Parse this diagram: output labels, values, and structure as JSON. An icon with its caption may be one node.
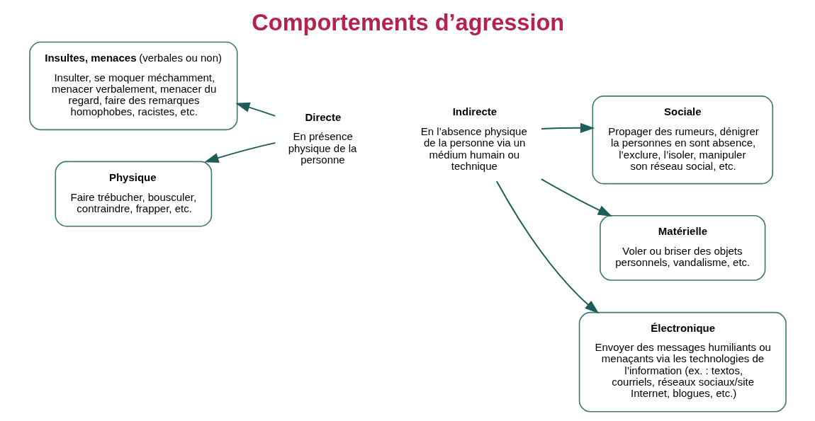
{
  "diagram": {
    "title": "Comportements d’agression",
    "nodes": [
      {
        "text": [
          "**Insultes, menaces** (verbales ou non)",
          "Insulter, se moquer méchamment, menacer verbalement, menacer du regard, faire des remarques homophobes, racistes, etc."
        ]
      },
      {
        "text": [
          "Physique",
          "Faire trébucher, bousculer, contraindre, frapper, etc."
        ]
      },
      {
        "text": [
          "Directe",
          "En présence physique de la personne"
        ]
      },
      {
        "text": [
          "Indirecte",
          "En l’absence physique de la personne via un médium humain ou technique"
        ]
      },
      {
        "text": [
          "Sociale",
          "Propager des rumeurs, dénigrer la personnes en sont absence, l’exclure, l’isoler, manipuler son réseau social, etc."
        ]
      },
      {
        "text": [
          "Matérielle",
          "Voler ou briser des objets personnels, vandalisme, etc."
        ]
      },
      {
        "text": [
          "Électronique",
          "Envoyer des messages humiliants ou menaçants via les technologies de l’information (ex. : textos, courriels, réseaux sociaux/site Internet, blogues, etc.)"
        ]
      }
    ],
    "edges": [
      {
        "from": 2,
        "to": 0,
        "arrow": "to"
      },
      {
        "from": 2,
        "to": 1,
        "arrow": "to"
      },
      {
        "from": 3,
        "to": 4,
        "arrow": "to"
      },
      {
        "from": 3,
        "to": 5,
        "arrow": "to"
      },
      {
        "from": 3,
        "to": 6,
        "arrow": "to"
      }
    ]
  }
}
